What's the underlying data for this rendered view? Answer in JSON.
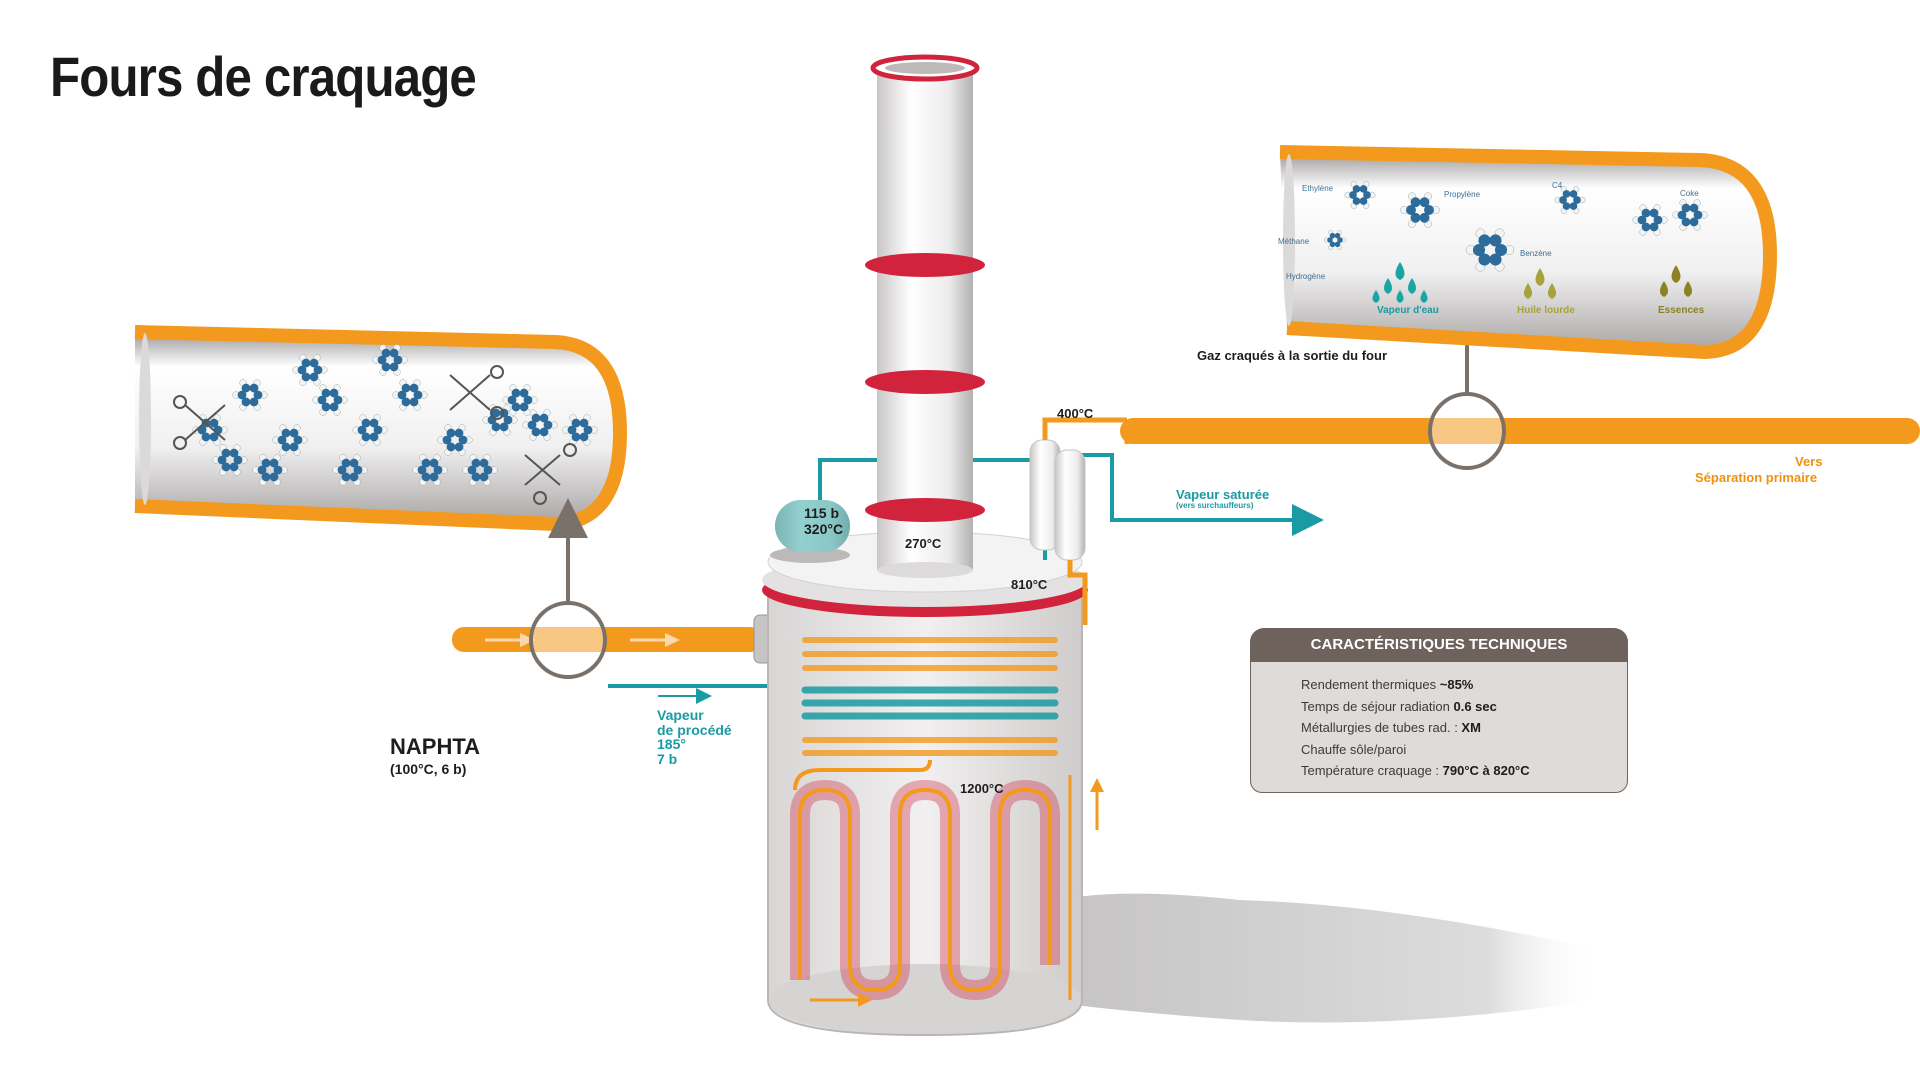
{
  "title": "Fours de craquage",
  "feed": {
    "name": "NAPHTA",
    "conditions": "(100°C, 6 b)"
  },
  "process_steam": {
    "line1": "Vapeur",
    "line2": "de procédé",
    "line3": "185°",
    "line4": "7 b"
  },
  "drum": {
    "pressure": "115 b",
    "temperature": "320°C"
  },
  "temperatures": {
    "stack": "270°C",
    "transfer_line": "810°C",
    "outlet": "400°C",
    "radiant": "1200°C"
  },
  "saturated_steam": {
    "label": "Vapeur saturée",
    "sub": "(vers surchauffeurs)"
  },
  "destination": {
    "line1": "Vers",
    "line2": "Séparation primaire"
  },
  "cracked_gas": {
    "caption": "Gaz craqués à la sortie du four",
    "molecules": [
      "Ethylène",
      "Propylène",
      "C4",
      "Coke",
      "Méthane",
      "Hydrogène",
      "Benzène"
    ],
    "products": [
      "Vapeur d'eau",
      "Huile lourde",
      "Essences"
    ]
  },
  "specs": {
    "title": "CARACTÉRISTIQUES TECHNIQUES",
    "rows": [
      {
        "label": "Rendement thermiques ",
        "value": "~85%"
      },
      {
        "label": "Temps de séjour radiation ",
        "value": "0.6 sec"
      },
      {
        "label": "Métallurgies de tubes rad. : ",
        "value": "XM"
      },
      {
        "label": "Chauffe sôle/paroi",
        "value": ""
      },
      {
        "label": "Température craquage : ",
        "value": "790°C à 820°C"
      }
    ]
  },
  "colors": {
    "orange": "#f39a1e",
    "teal": "#1a9aa3",
    "red": "#d2233c",
    "panel": "#6e625c",
    "molecule": "#2c6b9a"
  }
}
